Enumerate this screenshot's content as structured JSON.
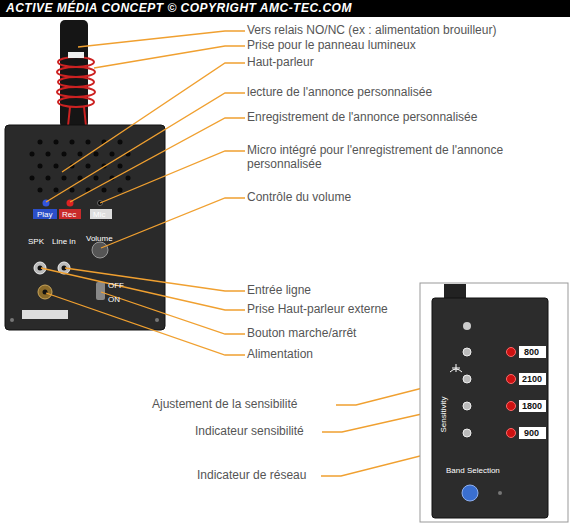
{
  "diagram": {
    "title": "ACTIVE MÉDIA CONCEPT © COPYRIGHT AMC-TEC.COM",
    "labels": [
      "Vers relais NO/NC (ex : alimentation brouilleur)",
      "Prise pour le panneau lumineux",
      "Haut-parleur",
      "lecture de l'annonce personnalisée",
      "Enregistrement de l'annonce personnalisée",
      "Micro intégré pour l'enregistrement de l'annonce personnalisée",
      "Contrôle du volume",
      "Entrée ligne",
      "Prise Haut-parleur externe",
      "Bouton marche/arrêt",
      "Alimentation",
      "Ajustement de la sensibilité",
      "Indicateur sensibilité",
      "Indicateur de réseau",
      "Play",
      "Rec",
      "Mic",
      "SPK",
      "Line in",
      "Volume",
      "OFF",
      "ON",
      "800",
      "2100",
      "1800",
      "900",
      "Sensitivity",
      "Band Selection"
    ]
  }
}
